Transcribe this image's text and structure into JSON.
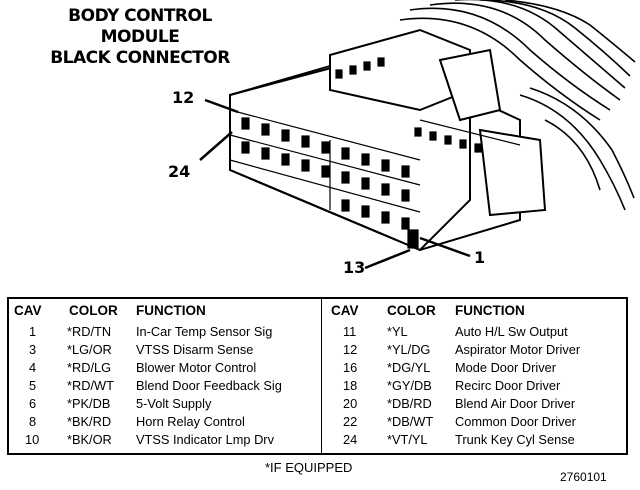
{
  "title": [
    "BODY CONTROL",
    "MODULE",
    "BLACK CONNECTOR"
  ],
  "callouts": {
    "c12": "12",
    "c24": "24",
    "c13": "13",
    "c1": "1"
  },
  "table": {
    "headers": {
      "cav": "CAV",
      "color": "COLOR",
      "function": "FUNCTION"
    },
    "left_rows": [
      {
        "cav": "1",
        "color": "*RD/TN",
        "function": "In-Car Temp Sensor Sig"
      },
      {
        "cav": "3",
        "color": "*LG/OR",
        "function": "VTSS Disarm Sense"
      },
      {
        "cav": "4",
        "color": "*RD/LG",
        "function": "Blower Motor Control"
      },
      {
        "cav": "5",
        "color": "*RD/WT",
        "function": "Blend Door Feedback Sig"
      },
      {
        "cav": "6",
        "color": "*PK/DB",
        "function": "5-Volt  Supply"
      },
      {
        "cav": "8",
        "color": "*BK/RD",
        "function": "Horn Relay Control"
      },
      {
        "cav": "10",
        "color": "*BK/OR",
        "function": "VTSS Indicator Lmp Drv"
      }
    ],
    "right_rows": [
      {
        "cav": "11",
        "color": "*YL",
        "function": "Auto H/L Sw Output"
      },
      {
        "cav": "12",
        "color": "*YL/DG",
        "function": "Aspirator Motor Driver"
      },
      {
        "cav": "16",
        "color": "*DG/YL",
        "function": "Mode Door Driver"
      },
      {
        "cav": "18",
        "color": "*GY/DB",
        "function": "Recirc Door Driver"
      },
      {
        "cav": "20",
        "color": "*DB/RD",
        "function": "Blend Air Door Driver"
      },
      {
        "cav": "22",
        "color": "*DB/WT",
        "function": "Common Door Driver"
      },
      {
        "cav": "24",
        "color": "*VT/YL",
        "function": "Trunk Key Cyl Sense"
      }
    ]
  },
  "footnote": "*IF EQUIPPED",
  "figure_number": "2760101"
}
